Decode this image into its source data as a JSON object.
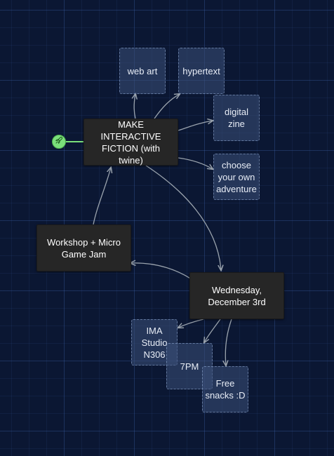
{
  "passages": {
    "main": "MAKE INTERACTIVE FICTION (with twine)",
    "web_art": "web art",
    "hypertext": "hypertext",
    "digital_zine": "digital zine",
    "choose_adventure": "choose your own adventure",
    "workshop": "Workshop + Micro Game Jam",
    "wednesday": "Wednesday, December 3rd",
    "ima_studio": "IMA Studio N306",
    "time": "7PM",
    "snacks": "Free snacks :D"
  },
  "start_marker": {
    "icon": "rocket-icon"
  },
  "colors": {
    "background": "#0b1733",
    "passage_dark": "#262626",
    "start_marker": "#7be07b",
    "link": "#9aa3ad"
  }
}
